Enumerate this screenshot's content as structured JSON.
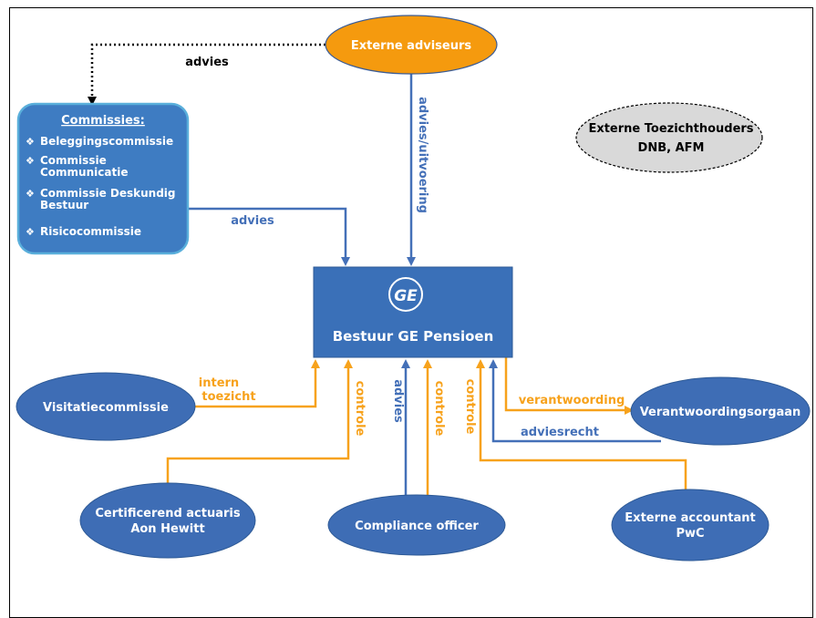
{
  "colors": {
    "blue_node": "#3E6DB5",
    "blue_box": "#3A70B8",
    "orange_node": "#F59A0E",
    "grey_node": "#D9D9D9",
    "blue_line": "#4470B8",
    "orange_line": "#F7A21C",
    "commissies_fill": "#3E7CC2",
    "commissies_border": "#5AAFDB"
  },
  "nodes": {
    "externe_adviseurs": "Externe adviseurs",
    "toezicht": {
      "line1": "Externe Toezichthouders",
      "line2": "DNB, AFM"
    },
    "commissies": {
      "title": "Commissies:",
      "items": [
        {
          "lines": [
            "Beleggingscommissie"
          ]
        },
        {
          "lines": [
            "Commissie",
            "Communicatie"
          ]
        },
        {
          "lines": [
            "Commissie Deskundig",
            "Bestuur"
          ]
        },
        {
          "lines": [
            "Risicocommissie"
          ]
        }
      ]
    },
    "bestuur": {
      "logo": "GE",
      "title": "Bestuur GE Pensioen"
    },
    "visitatie": "Visitatiecommissie",
    "verantwoordingsorgaan": "Verantwoordingsorgaan",
    "actuaris": {
      "line1": "Certificerend actuaris",
      "line2": "Aon Hewitt"
    },
    "compliance": "Compliance officer",
    "accountant": {
      "line1": "Externe accountant",
      "line2": "PwC"
    }
  },
  "edges": {
    "advies_top": "advies",
    "advies_uitvoering": "advies/uitvoering",
    "advies_commissies": "advies",
    "intern_toezicht_1": "intern",
    "intern_toezicht_2": "toezicht",
    "controle_actuaris": "controle",
    "advies_compliance": "advies",
    "controle_compliance": "controle",
    "controle_accountant": "controle",
    "verantwoording": "verantwoording",
    "adviesrecht": "adviesrecht"
  }
}
